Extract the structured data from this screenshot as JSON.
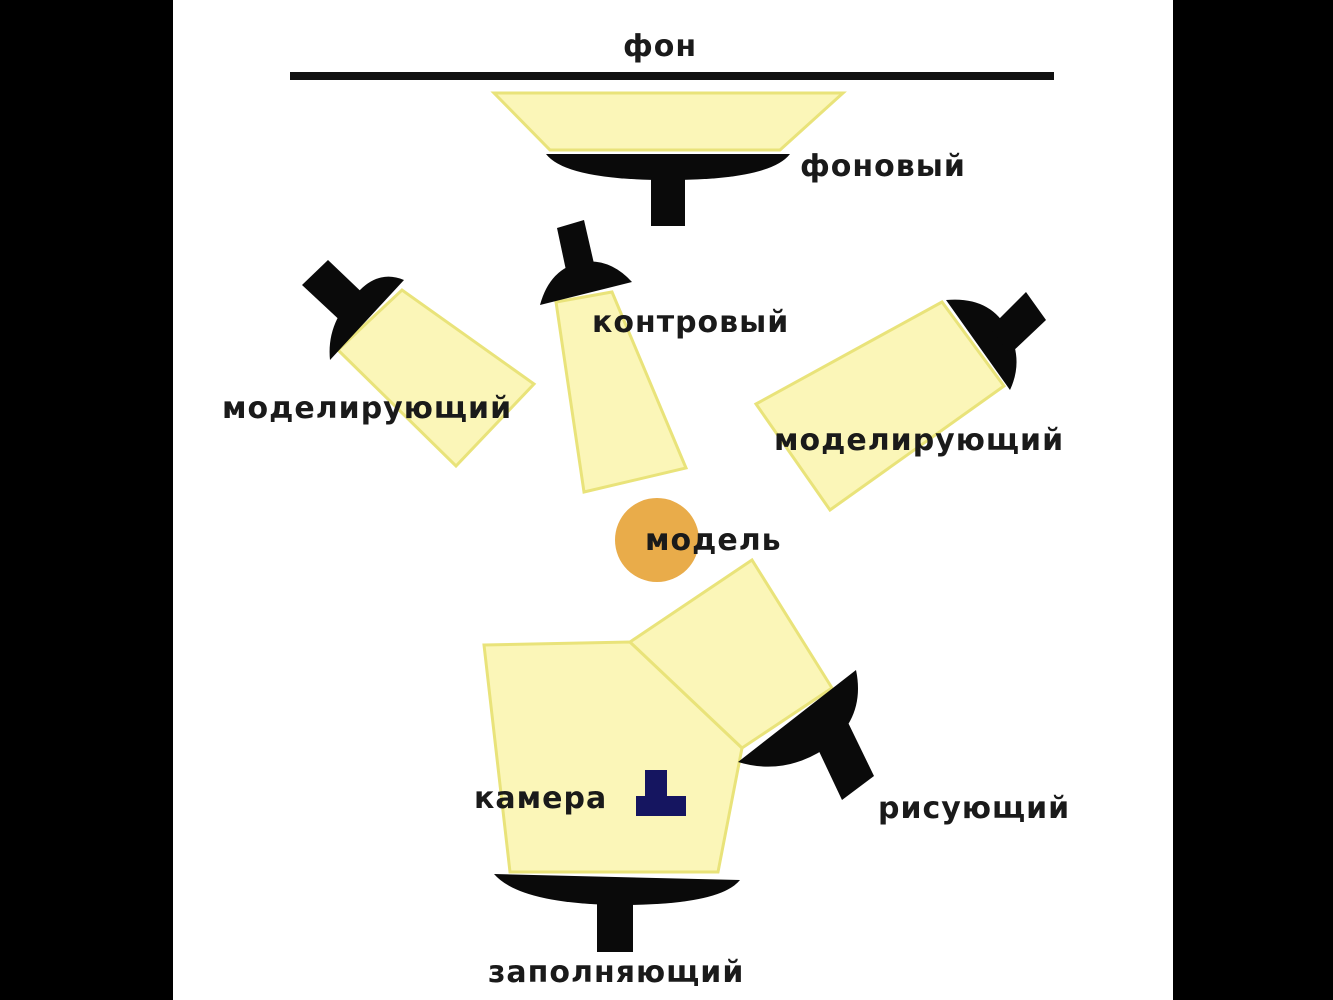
{
  "diagram": {
    "labels": {
      "background": "фон",
      "background_light": "фоновый",
      "back_light": "контровый",
      "modeling_left": "моделирующий",
      "modeling_right": "моделирующий",
      "model": "модель",
      "key_light": "рисующий",
      "camera": "камера",
      "fill_light": "заполняющий"
    },
    "colors": {
      "beam_fill": "#fbf6b8",
      "beam_stroke": "#e9e37a",
      "lamp": "#0a0a0a",
      "model": "#e9ac4a",
      "camera": "#151560",
      "page": "#ffffff",
      "frame": "#000000"
    }
  }
}
